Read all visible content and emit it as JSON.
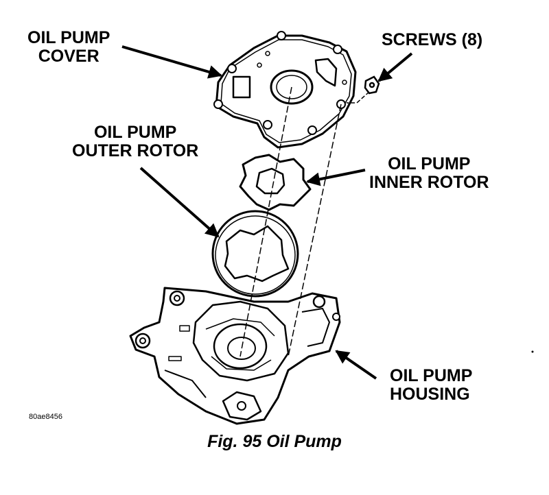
{
  "labels": {
    "oil_pump_cover": [
      "OIL PUMP",
      "COVER"
    ],
    "screws": "SCREWS (8)",
    "outer_rotor": [
      "OIL PUMP",
      "OUTER ROTOR"
    ],
    "inner_rotor": [
      "OIL PUMP",
      "INNER ROTOR"
    ],
    "housing": [
      "OIL PUMP",
      "HOUSING"
    ]
  },
  "figure_code": "80ae8456",
  "caption": "Fig. 95 Oil Pump"
}
